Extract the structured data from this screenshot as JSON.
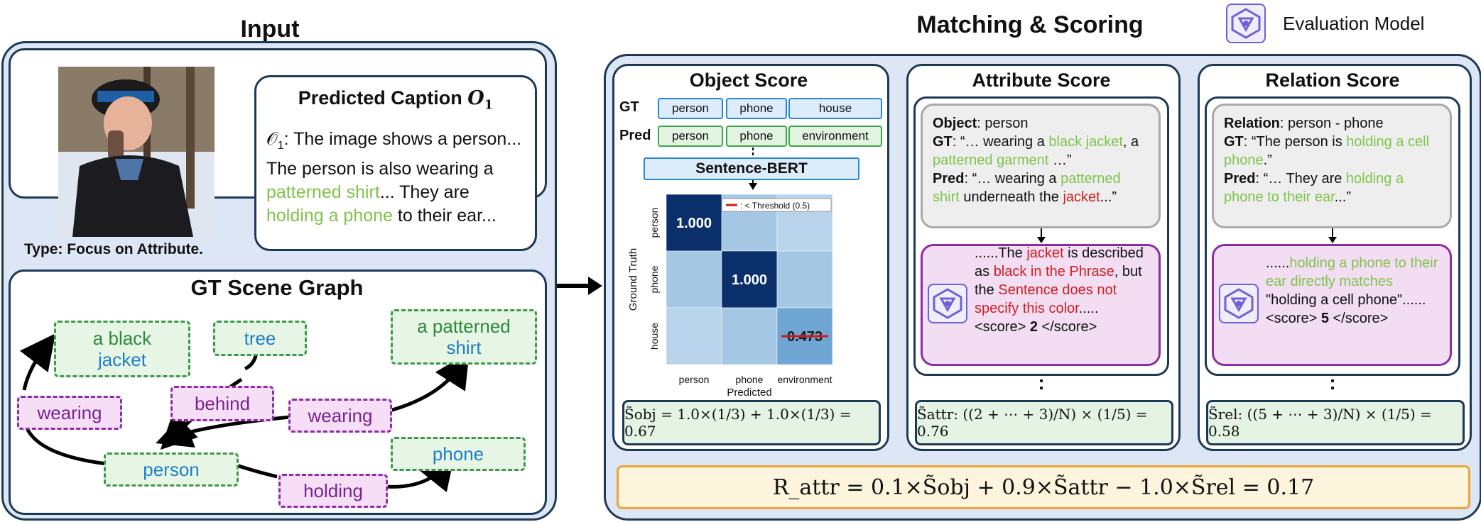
{
  "headers": {
    "input": "Input",
    "matching": "Matching & Scoring",
    "eval_model": "Evaluation Model"
  },
  "input_panel": {
    "type_label": "Type: Focus on Attribute.",
    "caption_title_prefix": "Predicted Caption ",
    "caption_title_symbol": "O",
    "caption_title_sub": "1",
    "caption_lead": "𝒪",
    "caption_lead_sub": "1",
    "caption_part1": ": The image shows a person... The person is also wearing a ",
    "caption_green1": "patterned shirt",
    "caption_part2": "... They are ",
    "caption_green2": "holding a phone",
    "caption_part3": " to their ear...",
    "scene_graph_title": "GT Scene Graph",
    "nodes": {
      "black_jacket_l1": "a black",
      "black_jacket_l2": "jacket",
      "tree": "tree",
      "patterned_shirt_l1": "a patterned",
      "patterned_shirt_l2": "shirt",
      "person": "person",
      "phone": "phone"
    },
    "relations": {
      "wearing_left": "wearing",
      "behind": "behind",
      "wearing_right": "wearing",
      "holding": "holding"
    }
  },
  "object_score": {
    "title": "Object Score",
    "gt_label": "GT",
    "pred_label": "Pred",
    "gt_tags": [
      "person",
      "phone",
      "house"
    ],
    "pred_tags": [
      "person",
      "phone",
      "environment"
    ],
    "encoder": "Sentence-BERT",
    "legend": ": < Threshold (0.5)",
    "heatmap_ylabel": "Ground Truth",
    "heatmap_xlabel": "Predicted",
    "formula": "S̃obj = 1.0×(1/3) + 1.0×(1/3) = 0.67"
  },
  "chart_data": {
    "type": "heatmap",
    "xlabel": "Predicted",
    "ylabel": "Ground Truth",
    "x_categories": [
      "person",
      "phone",
      "environment"
    ],
    "y_categories": [
      "person",
      "phone",
      "house"
    ],
    "values": [
      [
        1.0,
        null,
        null
      ],
      [
        null,
        1.0,
        null
      ],
      [
        null,
        null,
        0.473
      ]
    ],
    "value_labels": [
      [
        "1.000",
        "",
        ""
      ],
      [
        "",
        "1.000",
        ""
      ],
      [
        "",
        "",
        "0.473"
      ]
    ],
    "legend": ": < Threshold (0.5)"
  },
  "attribute_score": {
    "title": "Attribute Score",
    "object_label": "Object",
    "object_value": ": person",
    "gt_label": "GT",
    "gt_part1": ": “… wearing a ",
    "gt_green1": "black jacket",
    "gt_part2": ", a ",
    "gt_green2": "patterned garment",
    "gt_part3": " …”",
    "pred_label": "Pred",
    "pred_part1": ": “… wearing a ",
    "pred_green": "patterned shirt",
    "pred_part2": " underneath the ",
    "pred_red": "jacket",
    "pred_part3": "...”",
    "resp_part1": "......The ",
    "resp_red1": "jacket",
    "resp_part2": " is described as ",
    "resp_red2": "black in the Phrase",
    "resp_part3": ", but the ",
    "resp_red3": "Sentence does not specify this color",
    "resp_part4": ".....",
    "score_open": "<score> ",
    "score_value": "2",
    "score_close": " </score>",
    "dots": ":",
    "formula": "S̃attr: ((2 + ⋯ + 3)/N) × (1/5) = 0.76"
  },
  "relation_score": {
    "title": "Relation Score",
    "relation_label": "Relation",
    "relation_value": ": person - phone",
    "gt_label": "GT",
    "gt_part1": ": “The person is ",
    "gt_green": "holding a cell phone",
    "gt_part2": ".”",
    "pred_label": "Pred",
    "pred_part1": ": “… They are ",
    "pred_green": "holding a phone to their ear",
    "pred_part2": "...”",
    "resp_part1": "......",
    "resp_green": "holding a phone to their ear directly matches",
    "resp_part2": " \"holding a cell phone\"......",
    "score_open": "<score> ",
    "score_value": "5",
    "score_close": " </score>",
    "dots": ":",
    "formula": "S̃rel: ((5 + ⋯ + 3)/N) × (1/5) = 0.58"
  },
  "final_formula": "R_attr = 0.1×S̃obj + 0.9×S̃attr − 1.0×S̃rel = 0.17",
  "colors": {
    "panel_bg": "#dde6f5",
    "border": "#1d3a55",
    "green_text": "#7fc44b",
    "red_text": "#cc1f1f",
    "purple": "#8b2ea5",
    "heatmap_dark": "#0b2f6b",
    "heatmap_light": "#a9cce6"
  }
}
